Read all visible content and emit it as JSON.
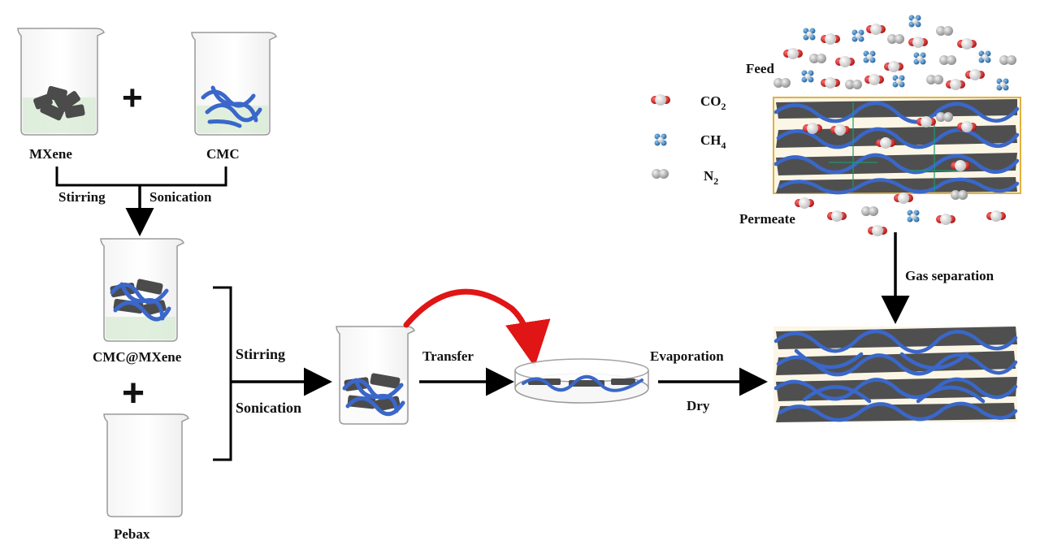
{
  "labels": {
    "mxene": "MXene",
    "cmc": "CMC",
    "stirring1": "Stirring",
    "sonication1": "Sonication",
    "cmc_mxene": "CMC@MXene",
    "pebax": "Pebax",
    "stirring2": "Stirring",
    "sonication2": "Sonication",
    "transfer": "Transfer",
    "evaporation": "Evaporation",
    "dry": "Dry",
    "gas_separation": "Gas separation",
    "feed": "Feed",
    "permeate": "Permeate",
    "plus": "+"
  },
  "legend": {
    "co2_main": "CO",
    "co2_sub": "2",
    "ch4_main": "CH",
    "ch4_sub": "4",
    "n2_main": "N",
    "n2_sub": "2"
  },
  "colors": {
    "mxene_flake": "#555555",
    "polymer_chain": "#3a67c9",
    "arrow": "#000000",
    "transfer_arrow": "#e01515",
    "oxygen": "#d41f1f",
    "carbon_white": "#f2f2f2",
    "methane_blue": "#3a7fc1",
    "nitrogen_gray": "#b5b5b5",
    "membrane_frame": "#e2b13c"
  }
}
